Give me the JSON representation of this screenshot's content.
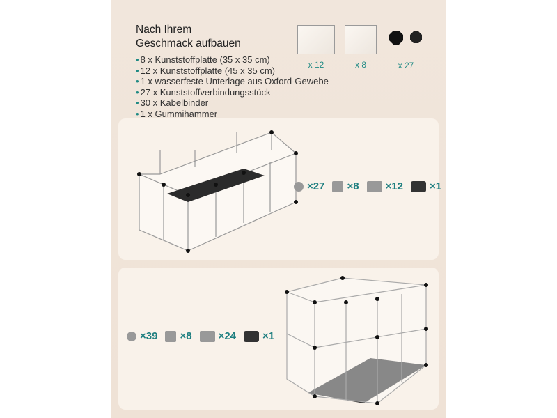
{
  "heading": {
    "line1": "Nach Ihrem",
    "line2": "Geschmack aufbauen"
  },
  "contents": [
    "8 x Kunststoffplatte (35 x 35 cm)",
    "12 x Kunststoffplatte (45 x 35 cm)",
    "1 x wasserfeste Unterlage aus Oxford-Gewebe",
    "27 x Kunststoffverbindungsstück",
    "30 x Kabelbinder",
    "1 x Gummihammer"
  ],
  "parts": {
    "large_panel_count": "x 12",
    "small_panel_count": "x 8",
    "connector_count": "x 27"
  },
  "config1": {
    "connectors": "×27",
    "small_panels": "×8",
    "large_panels": "×12",
    "mat": "×1"
  },
  "config2": {
    "connectors": "×39",
    "small_panels": "×8",
    "large_panels": "×24",
    "mat": "×1"
  },
  "colors": {
    "accent": "#1f8a84",
    "background": "#efe2d6",
    "panel": "#f9f2ea"
  }
}
